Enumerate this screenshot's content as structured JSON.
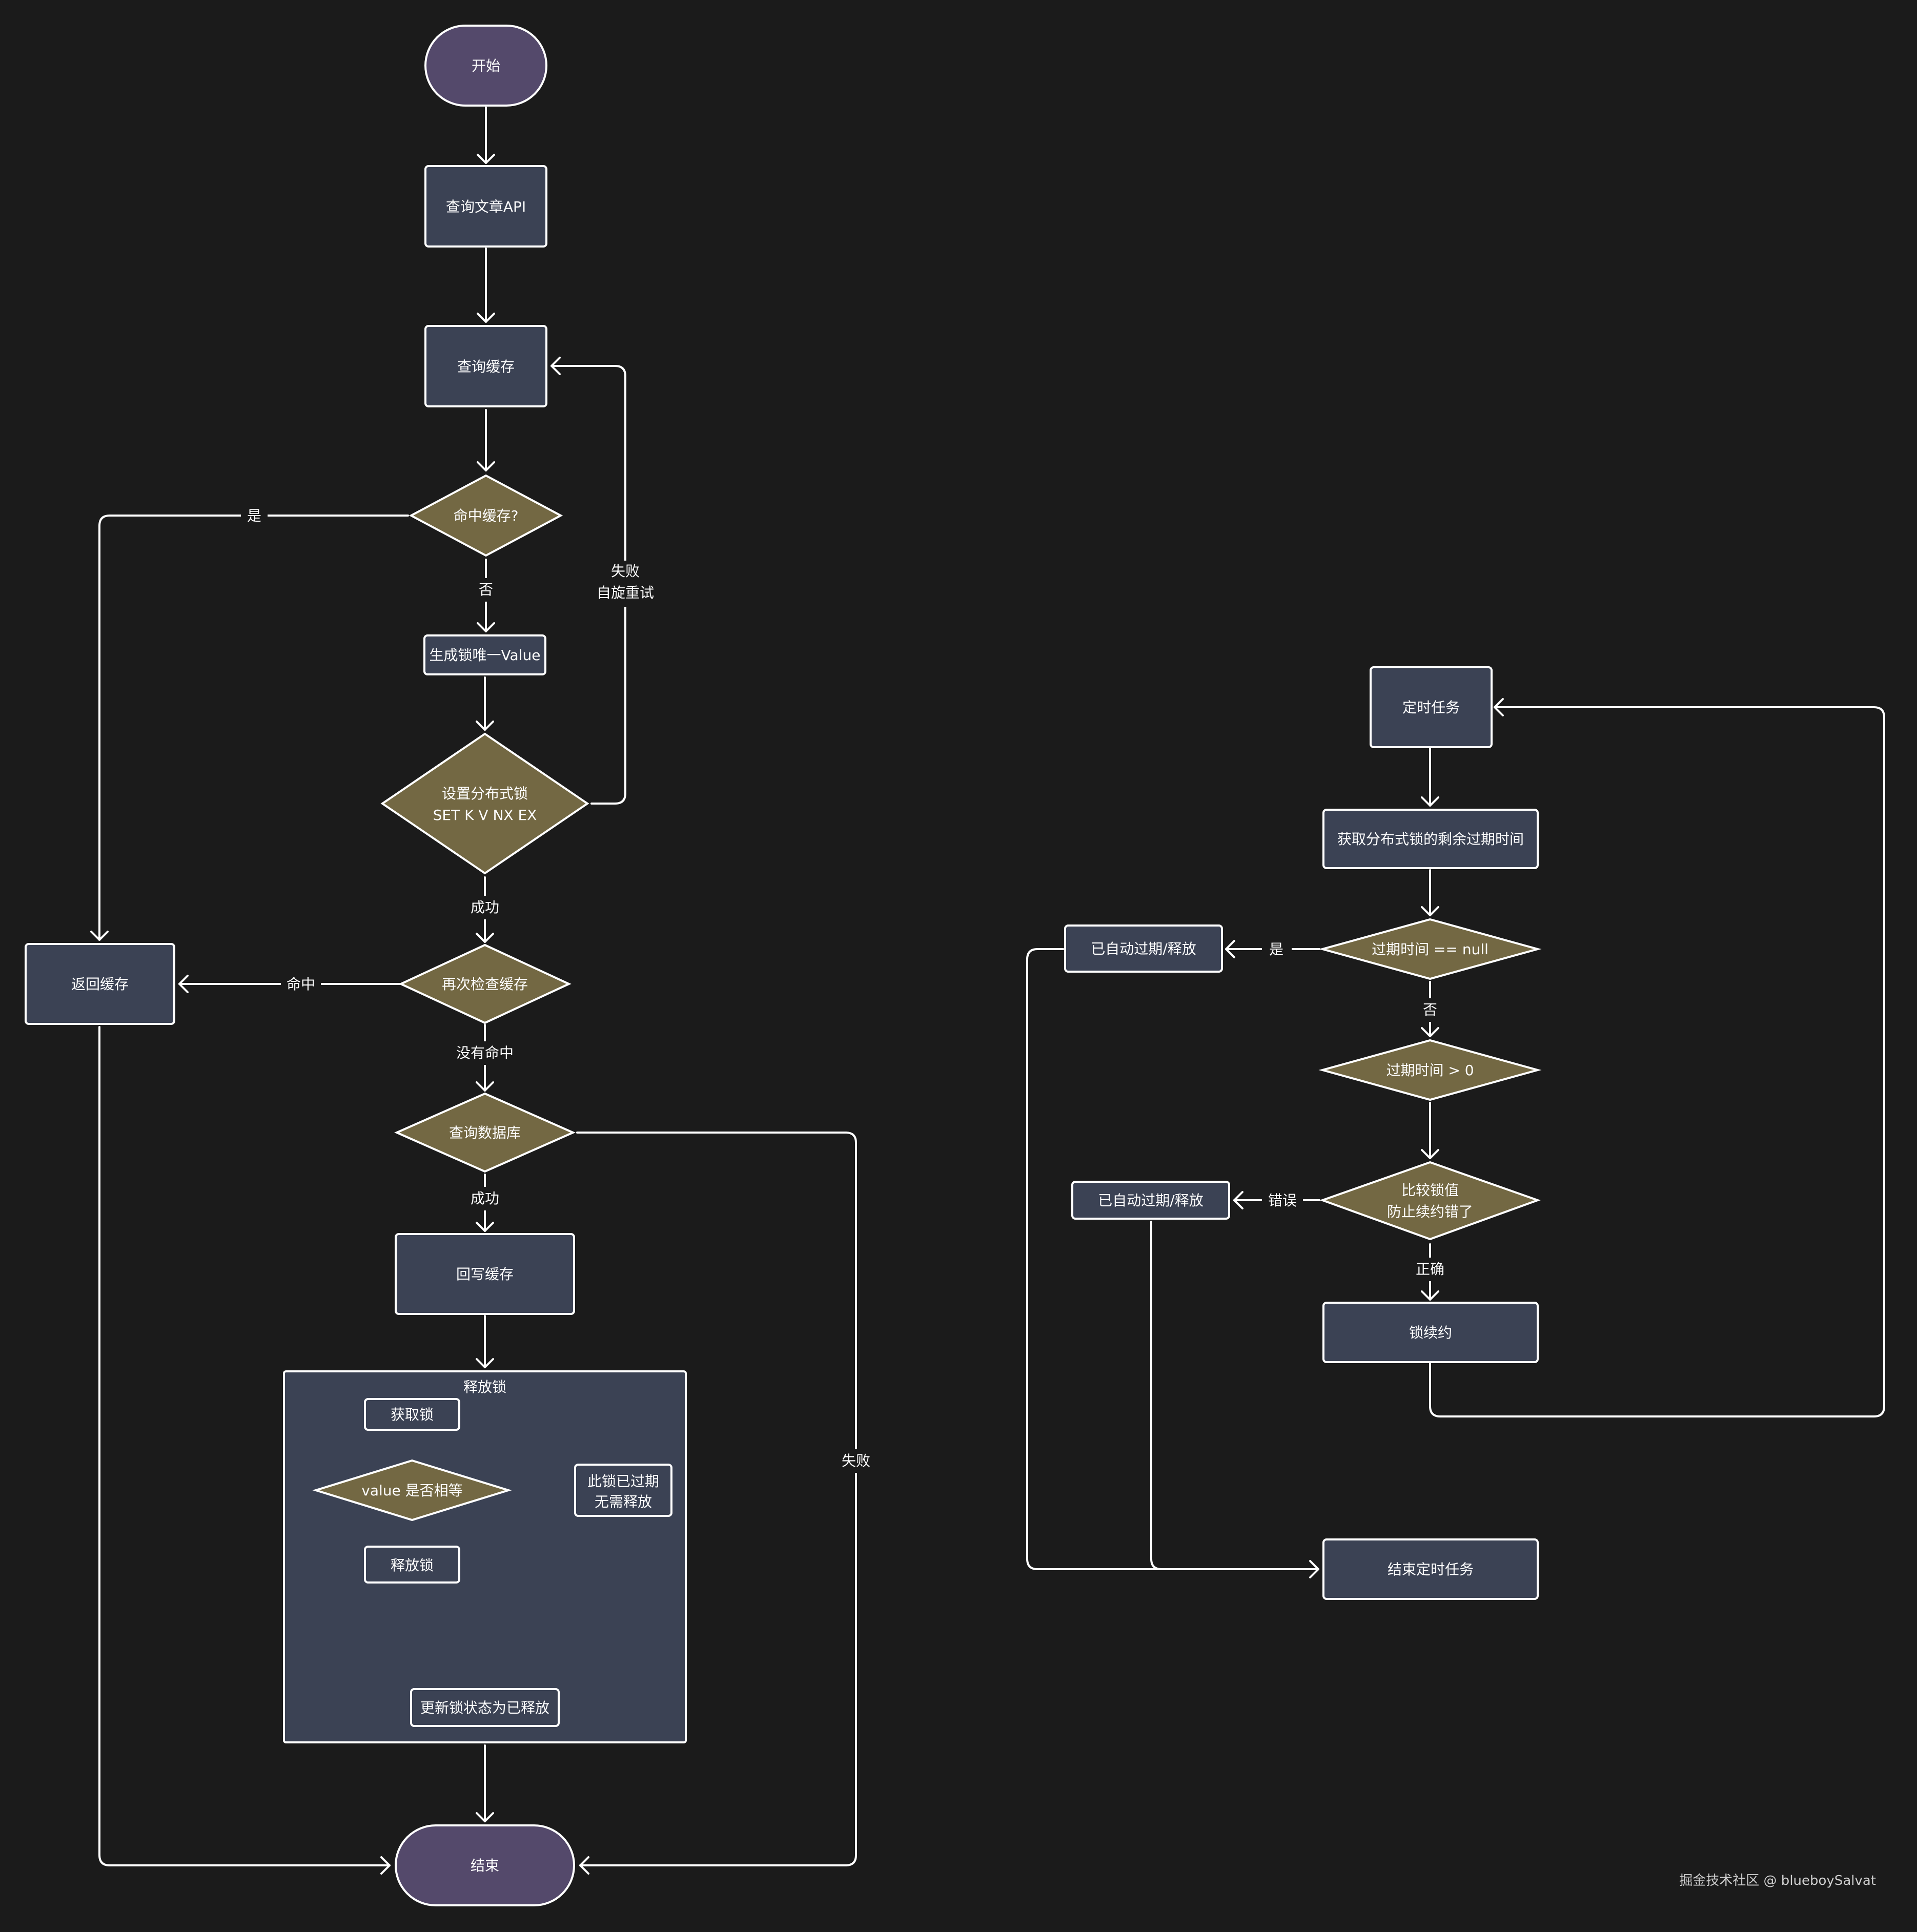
{
  "colors": {
    "background": "#1b1b1b",
    "terminal": "#54496b",
    "process": "#3b4254",
    "decision": "#736843",
    "stroke": "#ffffff",
    "text": "#ffffff"
  },
  "nodes": {
    "start": "开始",
    "query_api": "查询文章API",
    "query_cache": "查询缓存",
    "hit_cache": "命中缓存?",
    "gen_value": "生成锁唯一Value",
    "set_lock_1": "设置分布式锁",
    "set_lock_2": "SET K V NX EX",
    "recheck_cache": "再次检查缓存",
    "return_cache": "返回缓存",
    "query_db": "查询数据库",
    "write_cache": "回写缓存",
    "release_group": "释放锁",
    "get_lock": "获取锁",
    "value_equal": "value 是否相等",
    "release_lock": "释放锁",
    "expired_1": "此锁已过期",
    "expired_2": "无需释放",
    "update_status": "更新锁状态为已释放",
    "end": "结束",
    "timer_task": "定时任务",
    "get_ttl": "获取分布式锁的剩余过期时间",
    "ttl_null": "过期时间 == null",
    "auto_expired_1": "已自动过期/释放",
    "ttl_gt_zero": "过期时间 > 0",
    "compare_1": "比较锁值",
    "compare_2": "防止续约错了",
    "auto_expired_2": "已自动过期/释放",
    "renew": "锁续约",
    "end_timer": "结束定时任务"
  },
  "edge_labels": {
    "yes_hit": "是",
    "no_hit": "否",
    "fail_1": "失败",
    "fail_2": "自旋重试",
    "success_lock": "成功",
    "hit_again": "命中",
    "no_hit_again": "没有命中",
    "success_db": "成功",
    "fail_db": "失败",
    "yes_null": "是",
    "no_null": "否",
    "wrong": "错误",
    "right": "正确"
  },
  "watermark": "掘金技术社区 @ blueboySalvat"
}
